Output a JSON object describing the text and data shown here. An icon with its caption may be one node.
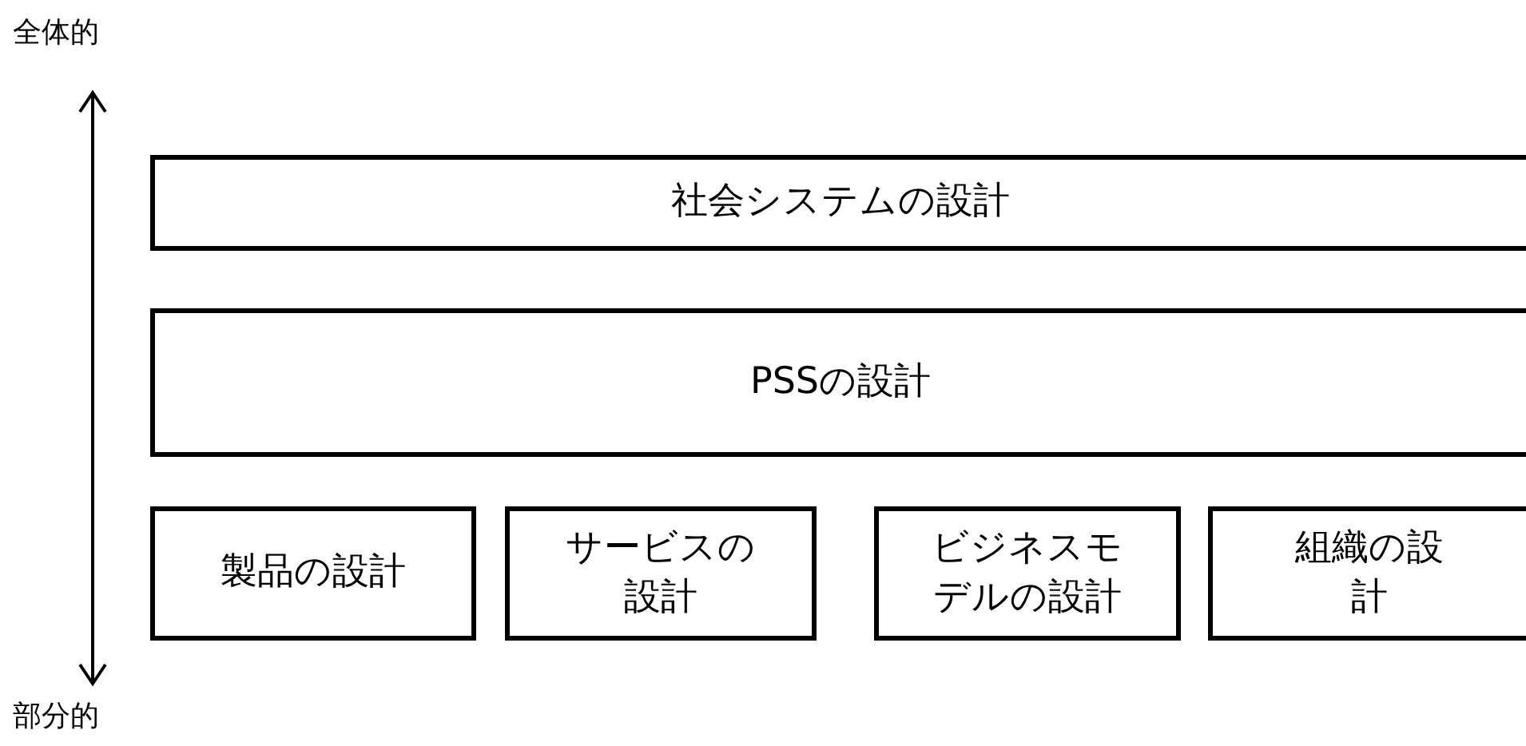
{
  "diagram": {
    "nodes": [
      {
        "text": [
          "社会システムの設計"
        ]
      },
      {
        "text": [
          "PSSの設計"
        ]
      },
      {
        "text": [
          "製品の設計"
        ]
      },
      {
        "text": [
          "サービスの設計"
        ]
      },
      {
        "text": [
          "ビジネスモデルの設計"
        ]
      },
      {
        "text": [
          "組織の設計"
        ]
      }
    ],
    "labels": [
      "全体的",
      "部分的"
    ]
  }
}
